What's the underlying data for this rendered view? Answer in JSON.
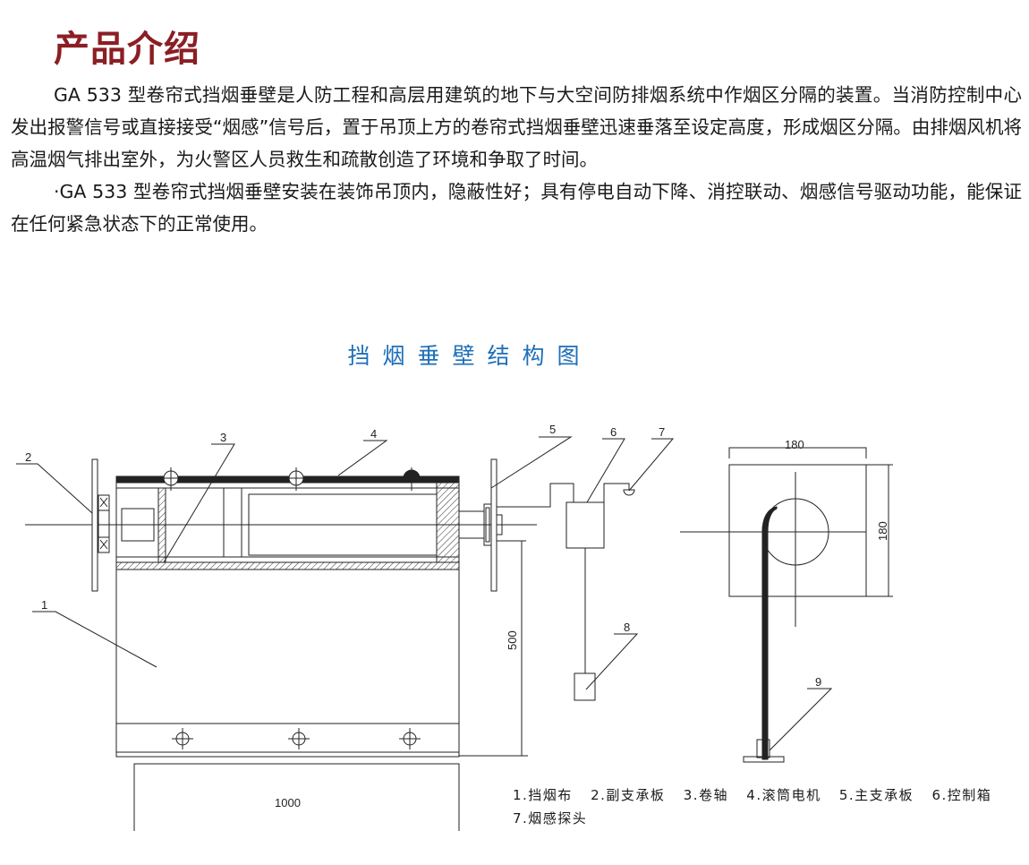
{
  "title": "产品介绍",
  "paragraphs": [
    "GA 533 型卷帘式挡烟垂壁是人防工程和高层用建筑的地下与大空间防排烟系统中作烟区分隔的装置。当消防控制中心发出报警信号或直接接受“烟感”信号后，置于吊顶上方的卷帘式挡烟垂壁迅速垂落至设定高度，形成烟区分隔。由排烟风机将高温烟气排出室外，为火警区人员救生和疏散创造了环境和争取了时间。",
    "·GA 533 型卷帘式挡烟垂壁安装在装饰吊顶内，隐蔽性好；具有停电自动下降、消控联动、烟感信号驱动功能，能保证在任何紧急状态下的正常使用。"
  ],
  "diagram": {
    "title": "挡烟垂壁结构图",
    "callouts": [
      "1",
      "2",
      "3",
      "4",
      "5",
      "6",
      "7",
      "8",
      "9"
    ],
    "dimensions": {
      "width": "1000",
      "height": "500",
      "side_width": "180",
      "side_height": "180"
    }
  },
  "legend": {
    "row1": [
      "1.挡烟布",
      "2.副支承板",
      "3.卷轴",
      "4.滚筒电机",
      "5.主支承板",
      "6.控制箱"
    ],
    "row2": [
      "7.烟感探头"
    ]
  },
  "colors": {
    "title": "#8b1e24",
    "diagram_title": "#1e6fb8"
  }
}
